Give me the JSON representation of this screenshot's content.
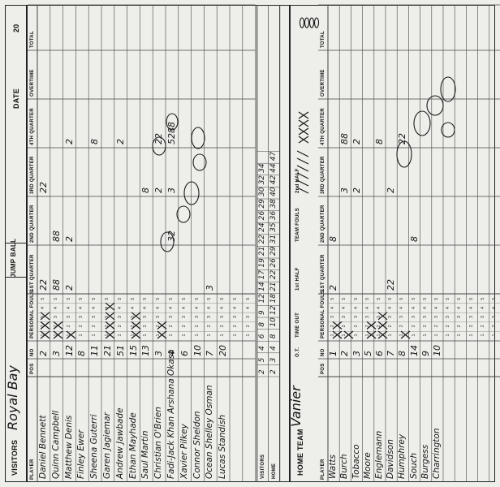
{
  "header": {
    "visitors_label": "VISITORS",
    "visitors_team": "Royal Bay",
    "jump_ball_label": "JUMP BALL",
    "date_label": "DATE",
    "year_label": "20",
    "home_label": "HOME TEAM",
    "home_team": "Vanier"
  },
  "columns": {
    "player": "PLAYER",
    "pos": "POS",
    "no": "NO",
    "fouls": "PERSONAL FOULS",
    "q1": "1ST QUARTER",
    "q2": "2ND QUARTER",
    "q3": "3RD QUARTER",
    "q4": "4TH QUARTER",
    "ot": "OVERTIME",
    "total": "TOTAL"
  },
  "visitors": [
    {
      "name": "Daniel Bennett",
      "no": "2",
      "q1": "22",
      "q2": "",
      "q3": "22",
      "q4": ""
    },
    {
      "name": "Quinn Campbell",
      "no": "3",
      "q1": "88",
      "q2": "88",
      "q3": "",
      "q4": ""
    },
    {
      "name": "Matthew Denis",
      "no": "12",
      "q1": "2",
      "q2": "2",
      "q3": "",
      "q4": "2"
    },
    {
      "name": "Finley Ewer",
      "no": "8",
      "q1": "",
      "q2": "",
      "q3": "",
      "q4": ""
    },
    {
      "name": "Sheena Guterri",
      "no": "11",
      "q1": "",
      "q2": "",
      "q3": "",
      "q4": "8"
    },
    {
      "name": "Garen Jagiemar",
      "no": "21",
      "q1": "",
      "q2": "",
      "q3": "",
      "q4": ""
    },
    {
      "name": "Andrew Jawbade",
      "no": "51",
      "q1": "",
      "q2": "",
      "q3": "",
      "q4": "2"
    },
    {
      "name": "Ethan Mayhade",
      "no": "15",
      "q1": "",
      "q2": "",
      "q3": "",
      "q4": ""
    },
    {
      "name": "Saul Martin",
      "no": "13",
      "q1": "",
      "q2": "",
      "q3": "8",
      "q4": ""
    },
    {
      "name": "Christian O'Brien",
      "no": "3",
      "q1": "",
      "q2": "",
      "q3": "2",
      "q4": "22"
    },
    {
      "name": "Fadi-Jack Khan Arshana Okasa",
      "no": "4",
      "q1": "",
      "q2": "32",
      "q3": "3",
      "q4": "5288"
    },
    {
      "name": "Xavier Pilkey",
      "no": "6",
      "q1": "",
      "q2": "",
      "q3": "",
      "q4": ""
    },
    {
      "name": "Connor Sheldon",
      "no": "10",
      "q1": "",
      "q2": "",
      "q3": "",
      "q4": ""
    },
    {
      "name": "Ocean Shelley Osman",
      "no": "7",
      "q1": "3",
      "q2": "",
      "q3": "",
      "q4": ""
    },
    {
      "name": "Lucas Standish",
      "no": "20",
      "q1": "",
      "q2": "",
      "q3": "",
      "q4": ""
    }
  ],
  "visitors_score": [
    "2",
    "5",
    "4",
    "6",
    "8",
    "9",
    "12",
    "14",
    "17",
    "19",
    "21",
    "22",
    "24",
    "26",
    "29",
    "30",
    "32",
    "34"
  ],
  "home_score": [
    "2",
    "3",
    "4",
    "8",
    "10",
    "12",
    "18",
    "21",
    "22",
    "26",
    "29",
    "31",
    "35",
    "36",
    "38",
    "40",
    "42",
    "44",
    "47"
  ],
  "home": [
    {
      "name": "Watts",
      "no": "1",
      "q1": "2",
      "q2": "8",
      "q3": "",
      "q4": ""
    },
    {
      "name": "Burch",
      "no": "2",
      "q1": "",
      "q2": "",
      "q3": "3",
      "q4": "88"
    },
    {
      "name": "Tobacco",
      "no": "3",
      "q1": "",
      "q2": "",
      "q3": "2",
      "q4": "2"
    },
    {
      "name": "Moore",
      "no": "5",
      "q1": "",
      "q2": "",
      "q3": "",
      "q4": ""
    },
    {
      "name": "Englemann",
      "no": "6",
      "q1": "",
      "q2": "",
      "q3": "",
      "q4": "8"
    },
    {
      "name": "Davidson",
      "no": "7",
      "q1": "22",
      "q2": "",
      "q3": "2",
      "q4": ""
    },
    {
      "name": "Humphrey",
      "no": "8",
      "q1": "",
      "q2": "",
      "q3": "",
      "q4": "22"
    },
    {
      "name": "Souch",
      "no": "14",
      "q1": "",
      "q2": "8",
      "q3": "",
      "q4": ""
    },
    {
      "name": "Burgess",
      "no": "9",
      "q1": "",
      "q2": "",
      "q3": "",
      "q4": ""
    },
    {
      "name": "Charrington",
      "no": "10",
      "q1": "",
      "q2": "",
      "q3": "",
      "q4": ""
    }
  ],
  "labels": {
    "first_half": "1st HALF",
    "second_half": "2nd HALF",
    "team_fouls": "TEAM FOULS",
    "time_out": "TIME OUT",
    "ot": "O.T.",
    "visitors_row": "VISITORS",
    "home_row": "HOME"
  }
}
